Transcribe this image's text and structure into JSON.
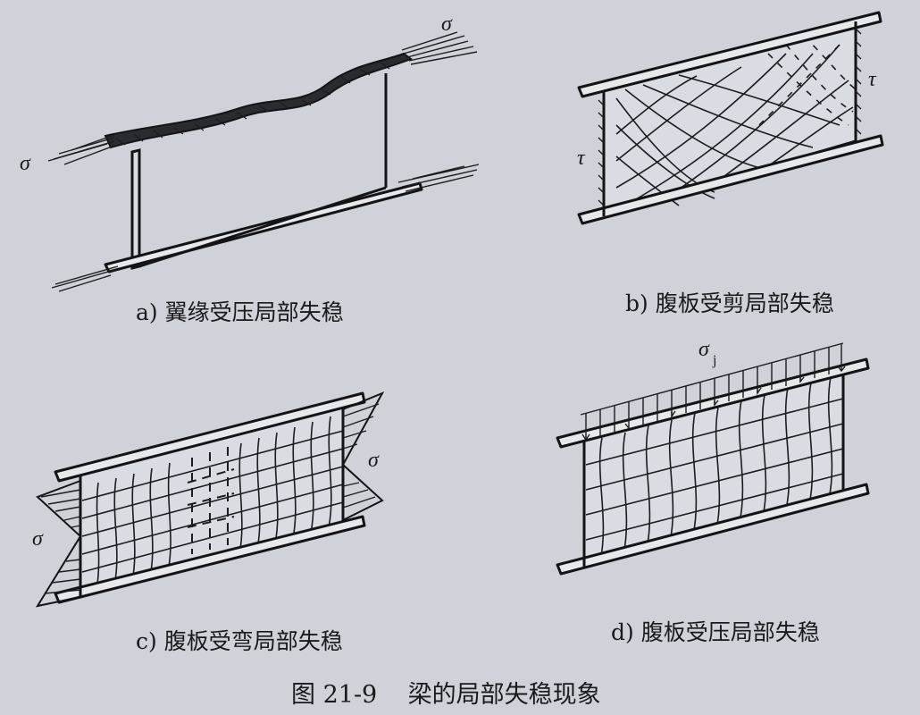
{
  "figure": {
    "caption": "图 21-9    梁的局部失稳现象",
    "panels": [
      {
        "id": "a",
        "caption": "a) 翼缘受压局部失稳",
        "symbols": [
          "σ",
          "σ"
        ]
      },
      {
        "id": "b",
        "caption": "b) 腹板受剪局部失稳",
        "symbols": [
          "τ",
          "τ"
        ]
      },
      {
        "id": "c",
        "caption": "c) 腹板受弯局部失稳",
        "symbols": [
          "σ",
          "σ"
        ]
      },
      {
        "id": "d",
        "caption": "d) 腹板受压局部失稳",
        "symbols": [
          "σ",
          "j"
        ]
      }
    ]
  },
  "colors": {
    "background": "#cfd2d8",
    "ink": "#1a1a1c",
    "flange": "#e6e8ec"
  }
}
